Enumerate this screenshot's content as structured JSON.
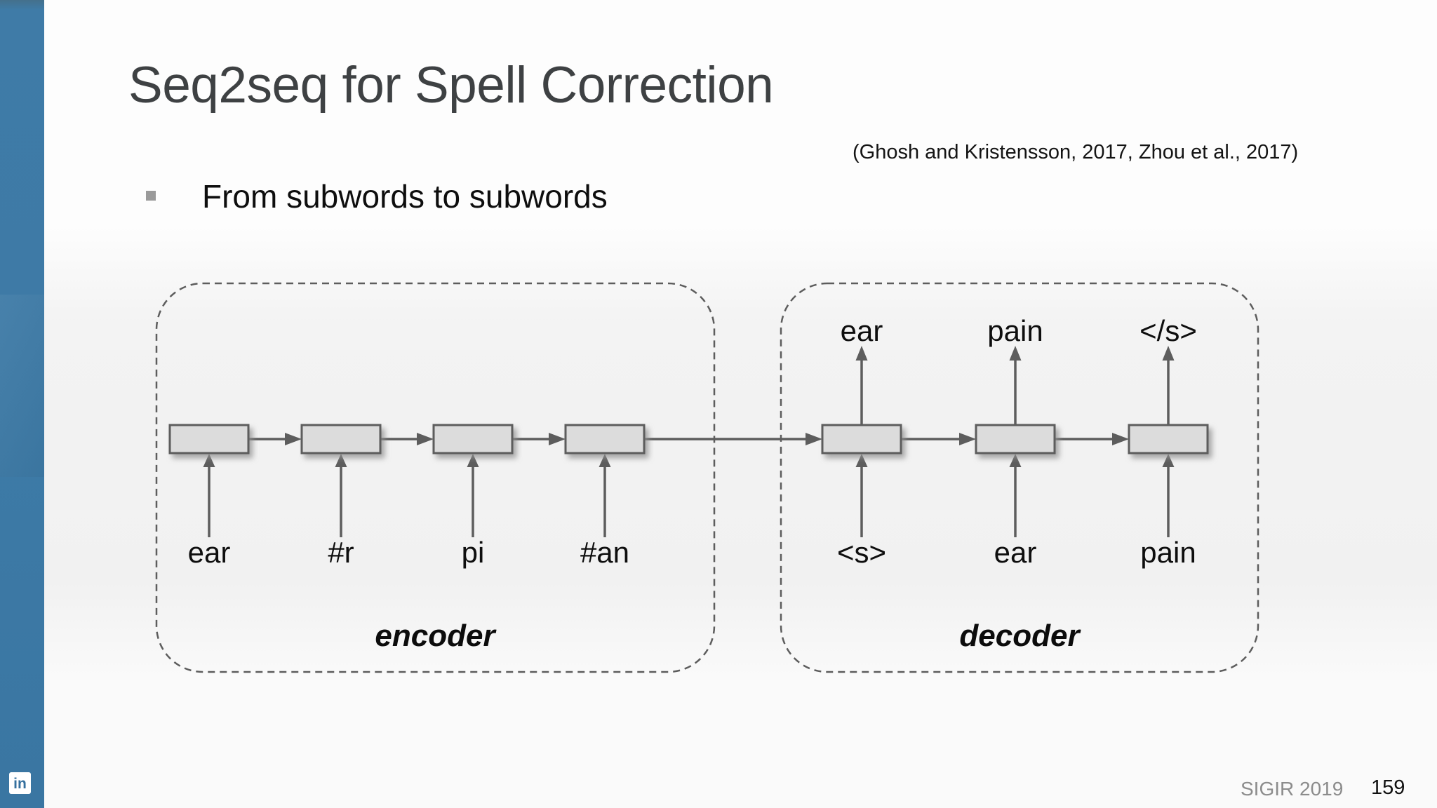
{
  "slide": {
    "title": "Seq2seq for Spell Correction",
    "citation": "(Ghosh and Kristensson, 2017, Zhou et al., 2017)",
    "bullet_text": "From subwords to subwords"
  },
  "diagram": {
    "encoder": {
      "label": "encoder",
      "inputs": [
        "ear",
        "#r",
        "pi",
        "#an"
      ]
    },
    "decoder": {
      "label": "decoder",
      "inputs": [
        "<s>",
        "ear",
        "pain"
      ],
      "outputs": [
        "ear",
        "pain",
        "</s>"
      ]
    }
  },
  "sidebar": {
    "linkedin_icon_label": "in"
  },
  "footer": {
    "conference": "SIGIR 2019",
    "page_number": "159"
  },
  "colors": {
    "sidebar_blue": "#3d7aa6",
    "linkedin_blue": "#35709e",
    "box_fill": "#dcdcdc",
    "line_gray": "#5d5d5d",
    "title_gray": "#3e4143",
    "footer_gray": "#8c8c8c",
    "slide_background": "#f4f4f4"
  }
}
